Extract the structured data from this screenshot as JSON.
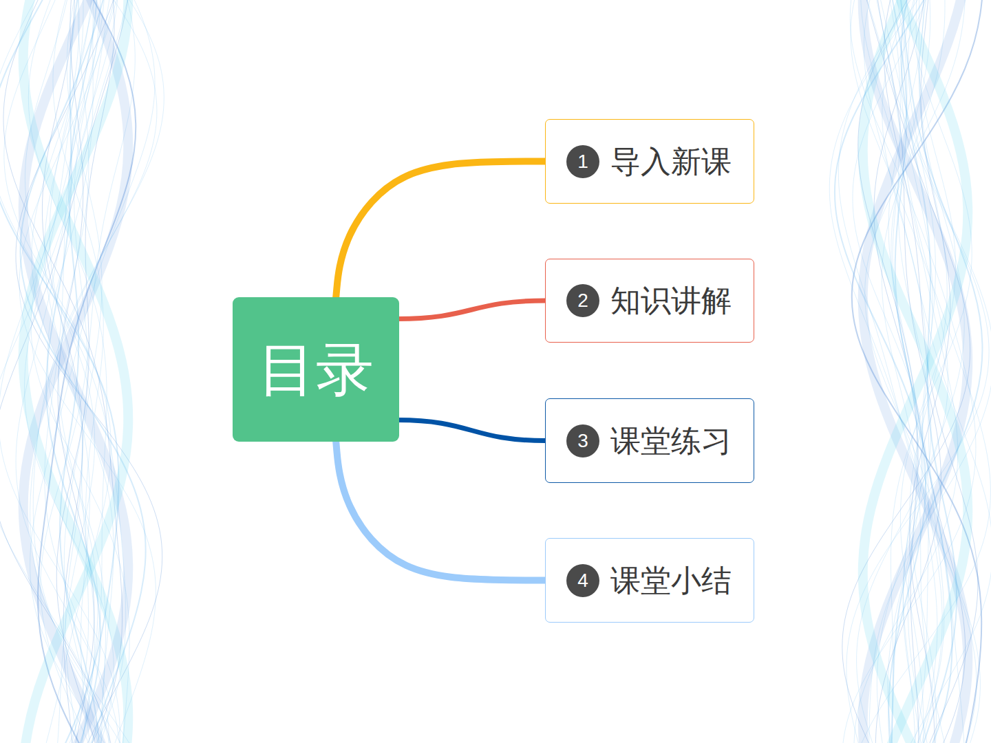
{
  "diagram": {
    "nodes": [
      {
        "text": [
          "目录"
        ]
      },
      {
        "text": [
          "1",
          "导入新课"
        ]
      },
      {
        "text": [
          "2",
          "知识讲解"
        ]
      },
      {
        "text": [
          "3",
          "课堂练习"
        ]
      },
      {
        "text": [
          "4",
          "课堂小结"
        ]
      }
    ],
    "edges": [
      {
        "from": 0,
        "to": 1,
        "arrow": "none"
      },
      {
        "from": 0,
        "to": 2,
        "arrow": "none"
      },
      {
        "from": 0,
        "to": 3,
        "arrow": "none"
      },
      {
        "from": 0,
        "to": 4,
        "arrow": "none"
      }
    ]
  }
}
